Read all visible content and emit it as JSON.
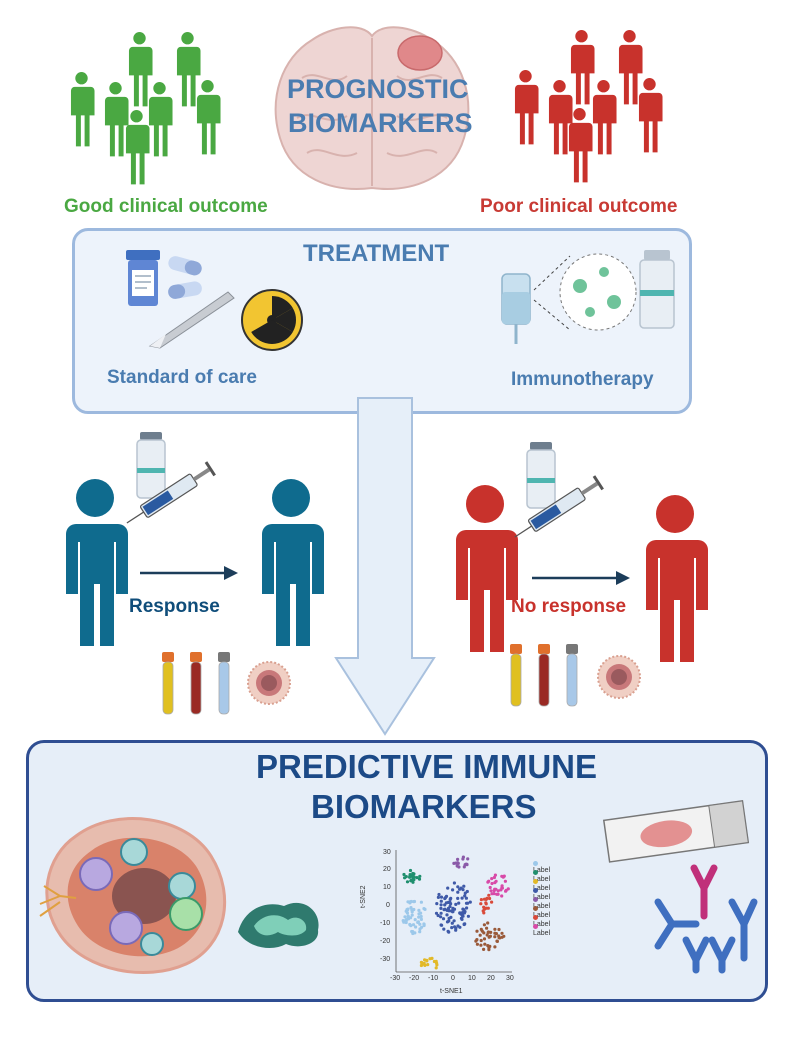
{
  "prognostic": {
    "title_line1": "PROGNOSTIC",
    "title_line2": "BIOMARKERS",
    "good_label": "Good clinical outcome",
    "poor_label": "Poor clinical outcome"
  },
  "treatment": {
    "title": "TREATMENT",
    "standard_label": "Standard of care",
    "immuno_label": "Immunotherapy"
  },
  "response": {
    "response_label": "Response",
    "no_response_label": "No response"
  },
  "predictive": {
    "title_line1": "PREDICTIVE IMMUNE",
    "title_line2": "BIOMARKERS"
  },
  "tsne": {
    "xlabel": "t-SNE1",
    "ylabel": "t-SNE2",
    "xticks": [
      "-30",
      "-20",
      "-10",
      "0",
      "10",
      "20",
      "30"
    ],
    "yticks": [
      "30",
      "20",
      "10",
      "0",
      "-10",
      "-20",
      "-30"
    ],
    "legend": [
      {
        "label": "Label",
        "color": "#9cc8ea"
      },
      {
        "label": "Label",
        "color": "#1f8f6e"
      },
      {
        "label": "Label",
        "color": "#e2b928"
      },
      {
        "label": "Label",
        "color": "#3f5aa8"
      },
      {
        "label": "Label",
        "color": "#8a5aa8"
      },
      {
        "label": "Label",
        "color": "#9a5a3a"
      },
      {
        "label": "Label",
        "color": "#d94a3a"
      },
      {
        "label": "Label",
        "color": "#d84aa8"
      }
    ]
  },
  "colors": {
    "good": "#4aa842",
    "poor": "#c83a34",
    "patient_blue": "#0f6b8e",
    "patient_red": "#c8322c",
    "box_border": "#9db9de",
    "pred_border": "#2f4e92"
  }
}
